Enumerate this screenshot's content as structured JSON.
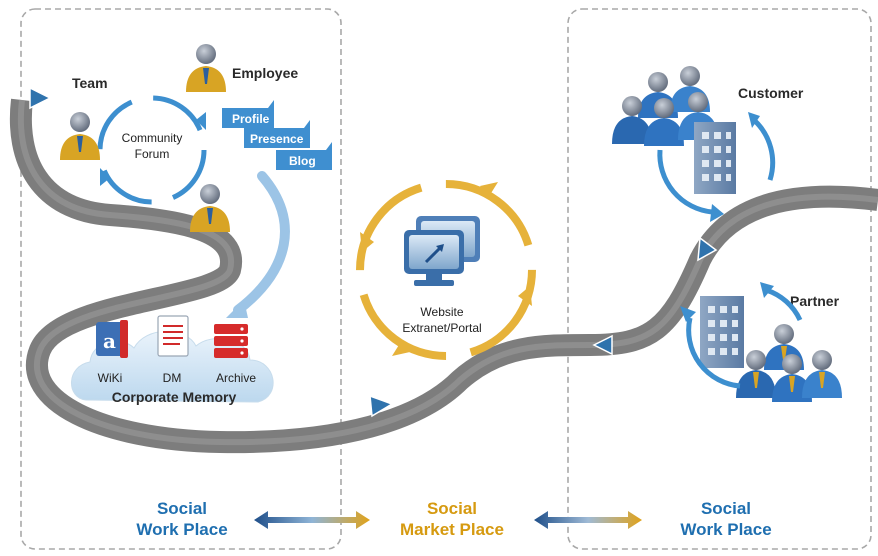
{
  "left_zone": {
    "team_label": "Team",
    "employee_label": "Employee",
    "forum_line1": "Community",
    "forum_line2": "Forum",
    "tags": [
      "Profile",
      "Presence",
      "Blog"
    ],
    "memory_items": [
      "WiKi",
      "DM",
      "Archive"
    ],
    "memory_title": "Corporate Memory",
    "footer_line1": "Social",
    "footer_line2": "Work Place"
  },
  "center_zone": {
    "portal_line1": "Website",
    "portal_line2": "Extranet/Portal",
    "footer_line1": "Social",
    "footer_line2": "Market Place"
  },
  "right_zone": {
    "customer_label": "Customer",
    "partner_label": "Partner",
    "footer_line1": "Social",
    "footer_line2": "Work Place"
  },
  "colors": {
    "blue": "#1f6fb0",
    "gold": "#d69a10",
    "road": "#7d7d7d",
    "dash": "#a8a8a8"
  }
}
